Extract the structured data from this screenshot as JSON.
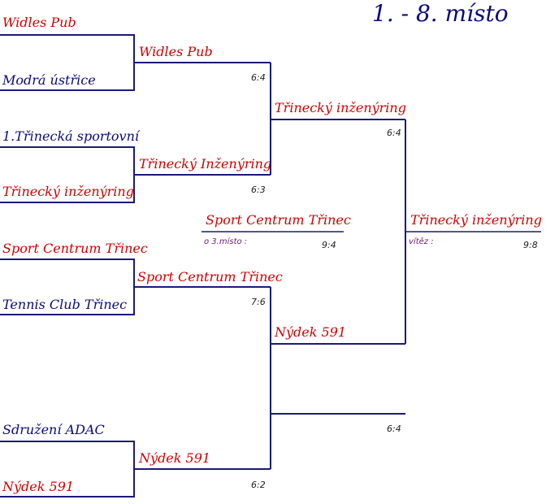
{
  "title": "1. - 8. místo",
  "colors": {
    "winner": "#d00000",
    "loser": "#0a0a7a",
    "line": "#1a1a7a",
    "accent": "#6a1a7a"
  },
  "round1": {
    "m1": {
      "team_a": "Widles Pub",
      "team_b": "Modrá ústřice",
      "winner": "Widles Pub",
      "score": "6:4"
    },
    "m2": {
      "team_a": "1.Třinecká sportovní",
      "team_b": "Třinecký inženýring",
      "winner": "Třinecký Inženýring",
      "score": "6:3"
    },
    "m3": {
      "team_a": "Sport Centrum Třinec",
      "team_b": "Tennis Club Třinec",
      "winner": "Sport Centrum Třinec",
      "score": "7:6"
    },
    "m4": {
      "team_a": "Sdružení ADAC",
      "team_b": "Nýdek 591",
      "winner": "Nýdek 591",
      "score": "6:2"
    }
  },
  "semis": {
    "s1": {
      "winner": "Třinecký inženýring",
      "score": "6:4"
    },
    "s2": {
      "winner": "Nýdek 591",
      "score": "6:4"
    }
  },
  "third_place": {
    "team": "Sport Centrum Třinec",
    "label": "o 3.místo :",
    "score": "9:4"
  },
  "final": {
    "team": "Třinecký inženýring",
    "label": "vítěz :",
    "score": "9:8"
  }
}
